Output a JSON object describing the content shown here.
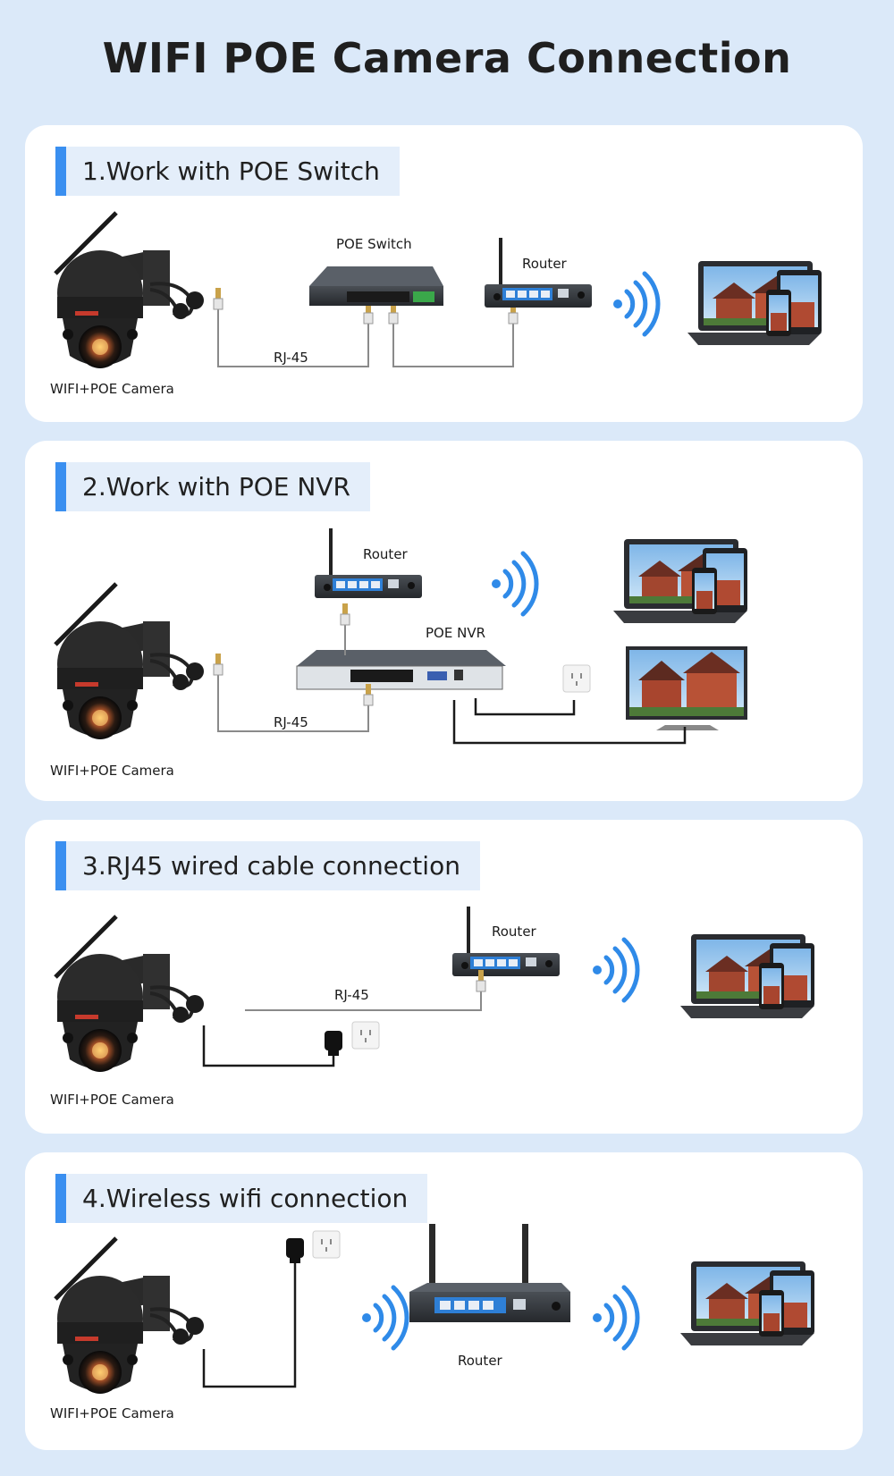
{
  "title": "WIFI POE Camera Connection",
  "sections": [
    {
      "heading": "1.Work with POE Switch",
      "camera_label": "WIFI+POE Camera",
      "switch_label": "POE Switch",
      "router_label": "Router",
      "cable_label": "RJ-45"
    },
    {
      "heading": "2.Work with POE NVR",
      "camera_label": "WIFI+POE Camera",
      "router_label": "Router",
      "nvr_label": "POE NVR",
      "cable_label": "RJ-45"
    },
    {
      "heading": "3.RJ45 wired cable connection",
      "camera_label": "WIFI+POE Camera",
      "router_label": "Router",
      "cable_label": "RJ-45"
    },
    {
      "heading": "4.Wireless wifi connection",
      "camera_label": "WIFI+POE Camera",
      "router_label": "Router"
    }
  ],
  "colors": {
    "background": "#dbe9f9",
    "panel": "#ffffff",
    "heading_bg": "#e4eefa",
    "accent": "#3a8ff0",
    "wifi": "#2f8ae8",
    "cable": "#8a8a8a"
  }
}
